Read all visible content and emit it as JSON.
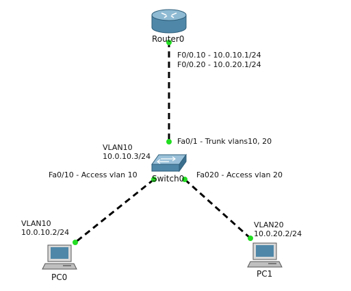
{
  "devices": {
    "router": {
      "name": "Router0"
    },
    "switch": {
      "name": "Switch0"
    },
    "pc0": {
      "name": "PC0",
      "vlan": "VLAN10",
      "ip": "10.0.10.2/24"
    },
    "pc1": {
      "name": "PC1",
      "vlan": "VLAN20",
      "ip": "10.0.20.2/24"
    }
  },
  "switch_info": {
    "vlan": "VLAN10",
    "ip": "10.0.10.3/24"
  },
  "router_ifaces": {
    "line1": "F0/0.10 - 10.0.10.1/24",
    "line2": "F0/0.20 - 10.0.20.1/24"
  },
  "links": {
    "trunk": "Fa0/1 - Trunk vlans10, 20",
    "access10": "Fa0/10 - Access vlan 10",
    "access20": "Fa020 - Access vlan 20"
  },
  "colors": {
    "link": "#000000",
    "port_up": "#22dd22",
    "device_blue": "#5a92b5"
  }
}
